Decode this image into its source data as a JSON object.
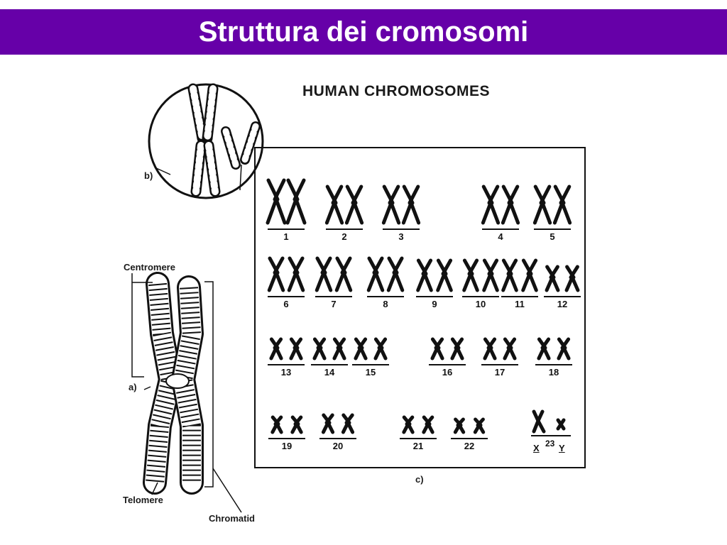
{
  "slide": {
    "title": "Struttura dei cromosomi",
    "title_bg_color": "#6600a8",
    "title_text_color": "#ffffff"
  },
  "figure": {
    "heading": "HUMAN CHROMOSOMES",
    "panel_labels": {
      "a": "a)",
      "b": "b)",
      "c": "c)"
    },
    "annotations": {
      "centromere": "Centromere",
      "telomere": "Telomere",
      "chromatid": "Chromatid"
    },
    "karyotype": {
      "rows": [
        [
          "1",
          "2",
          "3",
          "4",
          "5"
        ],
        [
          "6",
          "7",
          "8",
          "9",
          "10",
          "11",
          "12"
        ],
        [
          "13",
          "14",
          "15",
          "16",
          "17",
          "18"
        ],
        [
          "19",
          "20",
          "21",
          "22"
        ]
      ],
      "sex_pair": {
        "x": "X",
        "number": "23",
        "y": "Y"
      }
    }
  }
}
